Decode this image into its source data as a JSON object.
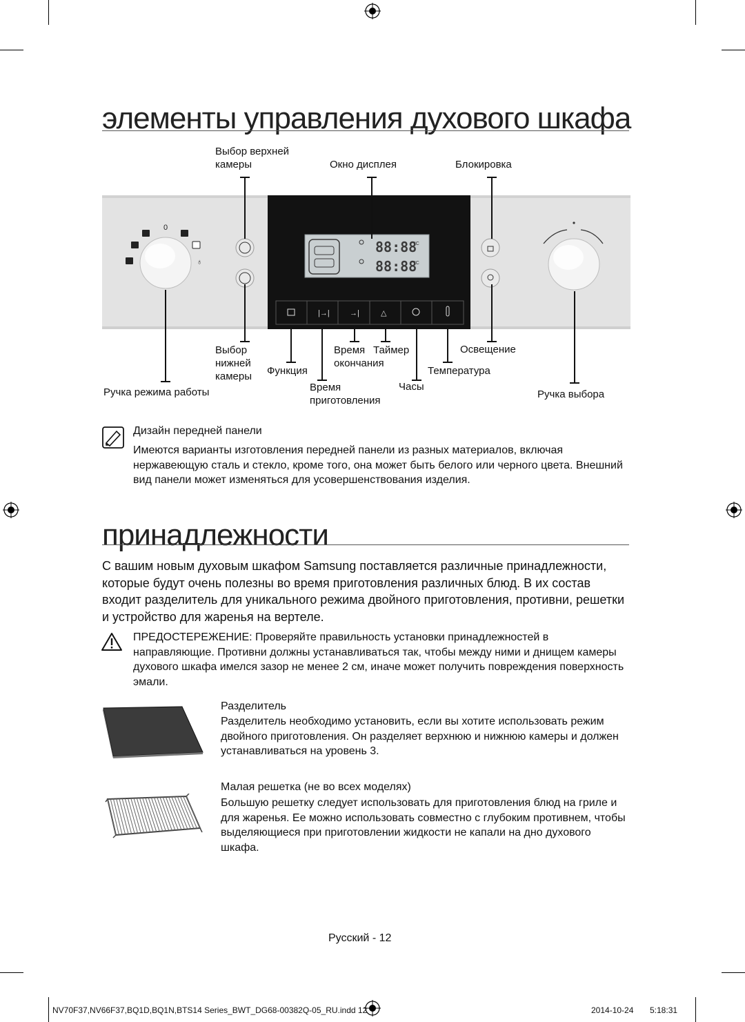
{
  "section1": {
    "title": "элементы управления духового шкафа",
    "labels": {
      "upper_chamber_line1": "Выбор верхней",
      "upper_chamber_line2": "камеры",
      "display_window": "Окно дисплея",
      "lock": "Блокировка",
      "lower_chamber_line1": "Выбор",
      "lower_chamber_line2": "нижней",
      "lower_chamber_line3": "камеры",
      "function": "Функция",
      "end_time_line1": "Время",
      "end_time_line2": "окончания",
      "timer": "Таймер",
      "cooking_time_line1": "Время",
      "cooking_time_line2": "приготовления",
      "clock": "Часы",
      "light": "Освещение",
      "temperature": "Температура",
      "mode_knob": "Ручка режима работы",
      "select_knob": "Ручка выбора"
    },
    "panel": {
      "knob_zero": "0",
      "display_digits_top": "88:88",
      "display_digits_bottom": "88:88",
      "temp_unit": "°C"
    },
    "note": {
      "title": "Дизайн передней панели",
      "text": "Имеются варианты изготовления передней панели из разных материалов, включая нержавеющую сталь и стекло, кроме того, она может быть белого или черного цвета. Внешний вид панели может изменяться для усовершенствования изделия."
    }
  },
  "section2": {
    "title": "принадлежности",
    "intro": "С вашим новым духовым шкафом Samsung поставляется различные принадлежности, которые будут очень полезны во время приготовления различных блюд. В их состав входит разделитель для уникального режима двойного приготовления, противни, решетки и устройство для жаренья на вертеле.",
    "warning": {
      "label": "ПРЕДОСТЕРЕЖЕНИЕ:",
      "text": "Проверяйте правильность установки принадлежностей в направляющие. Противни должны устанавливаться так, чтобы между ними и днищем камеры духового шкафа имелся зазор не менее 2 см, иначе может получить повреждения поверхность эмали."
    },
    "items": [
      {
        "name": "Разделитель",
        "note": "",
        "text": "Разделитель необходимо установить, если вы хотите использовать режим двойного приготовления. Он разделяет верхнюю и нижнюю камеры и должен устанавливаться на уровень 3."
      },
      {
        "name": "Малая решетка",
        "note": "(не во всех моделях)",
        "text": "Большую решетку следует использовать для приготовления блюд на гриле и для жаренья. Ее можно использовать совместно с глубоким противнем, чтобы выделяющиеся при приготовлении жидкости не капали на дно духового шкафа."
      }
    ]
  },
  "footer": {
    "page_label": "Русский - 12",
    "file_name": "NV70F37,NV66F37,BQ1D,BQ1N,BTS14 Series_BWT_DG68-00382Q-05_RU.indd   12",
    "date": "2014-10-24",
    "time": "5:18:31"
  },
  "colors": {
    "panel_bg": "#e3e3e3",
    "panel_black": "#121212",
    "display_bg": "#c9cfd1"
  },
  "icons": [
    "registration-mark",
    "note-pen-icon",
    "warning-triangle-icon"
  ]
}
